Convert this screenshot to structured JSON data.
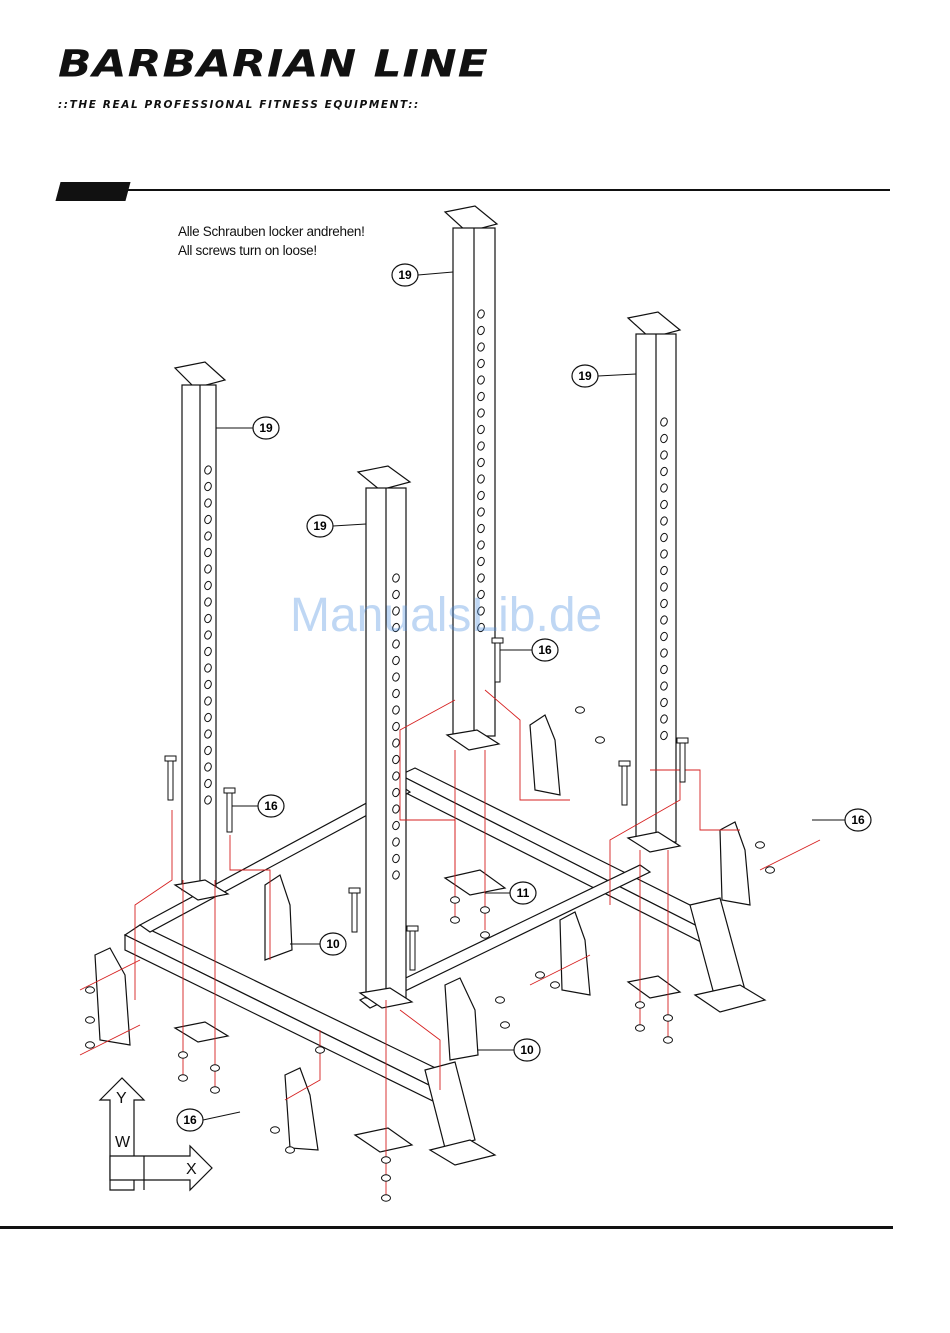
{
  "header": {
    "logo_text": "BARBARIAN LINE",
    "registered_mark": "®",
    "tagline": "::THE REAL PROFESSIONAL FITNESS EQUIPMENT::"
  },
  "instructions": {
    "german": "Alle Schrauben locker andrehen!",
    "english": "All screws turn on loose!"
  },
  "callouts": {
    "c1": "19",
    "c2": "19",
    "c3": "19",
    "c4": "19",
    "c5": "16",
    "c6": "16",
    "c7": "16",
    "c8": "16",
    "c9": "11",
    "c10": "10",
    "c11": "10"
  },
  "axes": {
    "y": "Y",
    "w": "W",
    "x": "X"
  },
  "watermark": "ManualsLib.de",
  "colors": {
    "ink": "#111111",
    "guide": "#d62020",
    "watermark": "#4a90e2"
  }
}
